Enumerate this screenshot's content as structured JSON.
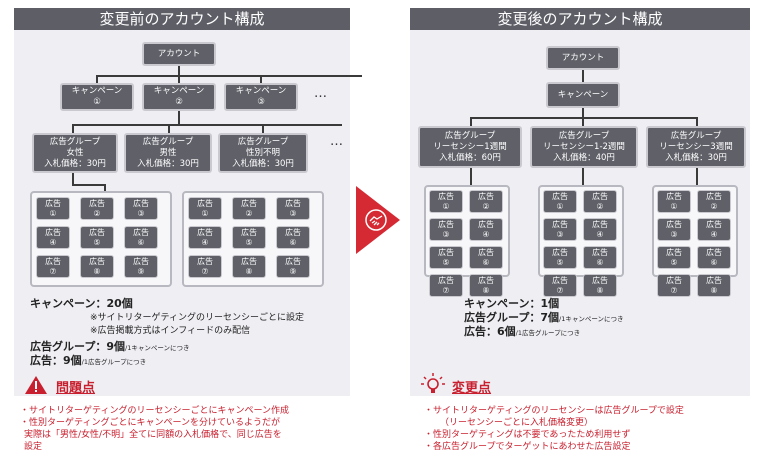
{
  "left": {
    "header": "変更前のアカウント構成",
    "account": "アカウント",
    "campaigns": [
      {
        "name": "キャンペーン",
        "num": "①"
      },
      {
        "name": "キャンペーン",
        "num": "②"
      },
      {
        "name": "キャンペーン",
        "num": "③"
      }
    ],
    "ellipsis": "…",
    "adgroups": [
      {
        "name": "広告グループ",
        "target": "女性",
        "bid": "入札価格：30円"
      },
      {
        "name": "広告グループ",
        "target": "男性",
        "bid": "入札価格：30円"
      },
      {
        "name": "広告グループ",
        "target": "性別不明",
        "bid": "入札価格：30円"
      }
    ],
    "ad_label": "広告",
    "ad_nums": [
      "①",
      "②",
      "③",
      "④",
      "⑤",
      "⑥",
      "⑦",
      "⑧",
      "⑨"
    ],
    "summary": {
      "campaign": "キャンペーン：20個",
      "note1": "※サイトリターゲティングのリーセンシーごとに設定",
      "note2": "※広告掲載方式はインフィードのみ配信",
      "adgroup": "広告グループ：9個",
      "adgroup_sub": "/1キャンペーンにつき",
      "ad": "広告：9個",
      "ad_sub": "/1広告グループにつき"
    },
    "issue_title": "問題点",
    "issues": [
      "・サイトリターゲティングのリーセンシーごとにキャンペーン作成",
      "・性別ターゲティングごとにキャンペーンを分けているようだが",
      "実際は「男性/女性/不明」全てに同額の入札価格で、同じ広告を",
      "設定"
    ]
  },
  "right": {
    "header": "変更後のアカウント構成",
    "account": "アカウント",
    "campaign": "キャンペーン",
    "adgroups": [
      {
        "name": "広告グループ",
        "target": "リーセンシー1週間",
        "bid": "入札価格：60円"
      },
      {
        "name": "広告グループ",
        "target": "リーセンシー1-2週間",
        "bid": "入札価格：40円"
      },
      {
        "name": "広告グループ",
        "target": "リーセンシー3週間",
        "bid": "入札価格：30円"
      }
    ],
    "ad_label": "広告",
    "ad_nums": [
      "①",
      "②",
      "③",
      "④",
      "⑤",
      "⑥",
      "⑦",
      "⑧"
    ],
    "summary": {
      "campaign": "キャンペーン：1個",
      "adgroup": "広告グループ：7個",
      "adgroup_sub": "/1キャンペーンにつき",
      "ad": "広告：6個",
      "ad_sub": "/1広告グループにつき"
    },
    "change_title": "変更点",
    "changes": [
      "・サイトリターゲティングのリーセンシーは広告グループで設定",
      "（リーセンシーごとに入札価格変更）",
      "・性別ターゲティングは不要であったため利用せず",
      "・各広告グループでターゲットにあわせた広告設定"
    ]
  },
  "icons": {
    "warning": "warning-icon",
    "idea": "lightbulb-icon",
    "handshake": "handshake-icon"
  },
  "colors": {
    "box": "#5f6068",
    "accent": "#d52a33",
    "panel": "#efeef3"
  }
}
